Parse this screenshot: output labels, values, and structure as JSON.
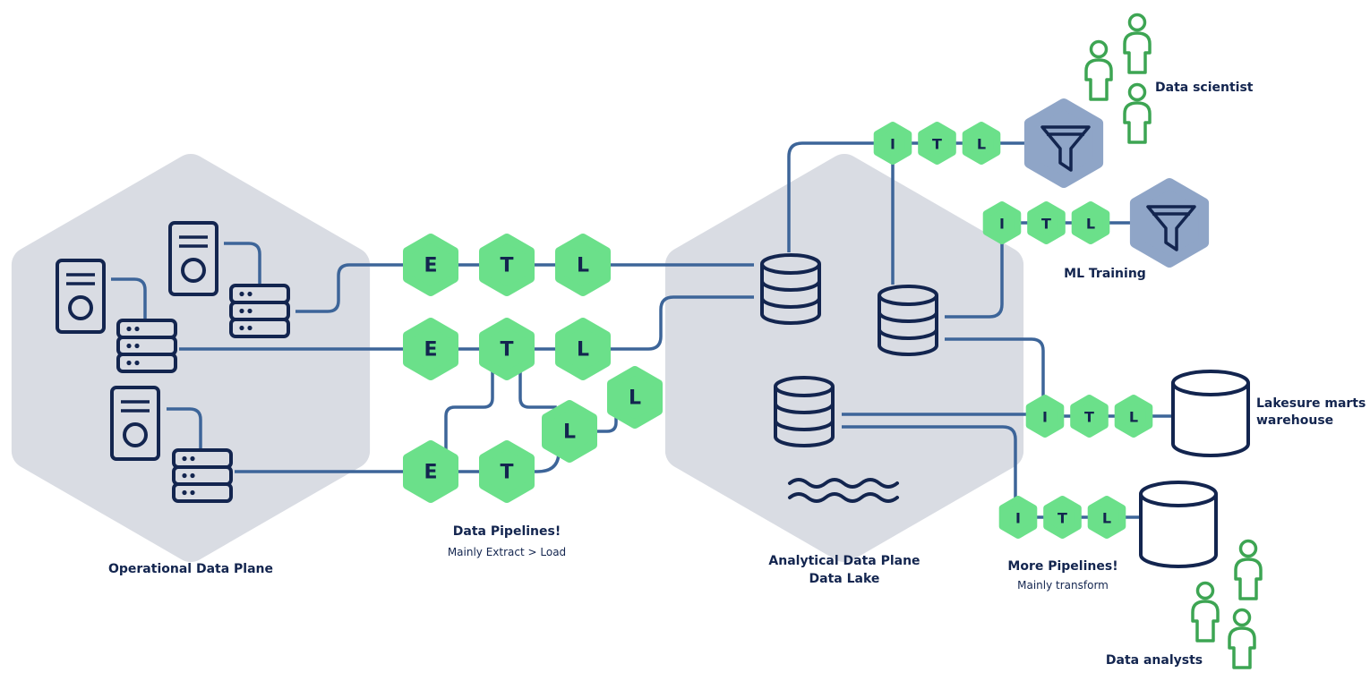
{
  "colors": {
    "plane": "#d9dce3",
    "link": "#3d6599",
    "navy": "#13254f",
    "stage": "#6be08a",
    "person": "#3da553",
    "funnel": "#8fa5c7"
  },
  "operational": {
    "label": "Operational Data Plane"
  },
  "analytical": {
    "label_line1": "Analytical Data Plane",
    "label_line2": "Data Lake"
  },
  "pipelines": {
    "title": "Data Pipelines!",
    "subtitle": "Mainly Extract > Load",
    "row1": [
      "E",
      "T",
      "L"
    ],
    "row2": [
      "E",
      "T",
      "L"
    ],
    "row3": [
      "E",
      "T",
      "L",
      "L"
    ]
  },
  "more_pipelines": {
    "title": "More Pipelines!",
    "subtitle": "Mainly transform"
  },
  "itl_top": [
    "I",
    "T",
    "L"
  ],
  "itl_ml": [
    "I",
    "T",
    "L"
  ],
  "itl_marts": [
    "I",
    "T",
    "L"
  ],
  "itl_analysts": [
    "I",
    "T",
    "L"
  ],
  "consumers": {
    "scientist": "Data scientist",
    "ml": "ML Training",
    "marts_line1": "Lakesure marts",
    "marts_line2": "warehouse",
    "analysts": "Data analysts"
  },
  "icons": [
    "server-tower-icon",
    "server-rack-icon",
    "database-icon",
    "water-icon",
    "funnel-icon",
    "person-icon",
    "cylinder-icon"
  ]
}
